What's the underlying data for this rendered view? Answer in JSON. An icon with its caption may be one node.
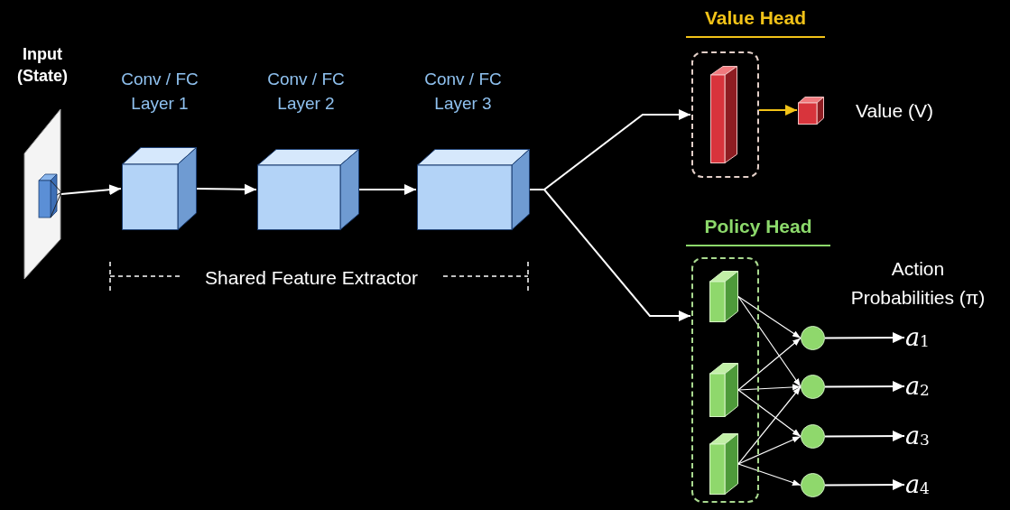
{
  "diagram": {
    "nodes": [
      {
        "text": [
          "Input (State)"
        ]
      },
      {
        "text": [
          "Conv / FC Layer 1"
        ]
      },
      {
        "text": [
          "Conv / FC Layer 2"
        ]
      },
      {
        "text": [
          "Conv / FC Layer 3"
        ]
      },
      {
        "text": [
          "Value Head"
        ]
      },
      {
        "text": [],
        "shape": "bar",
        "in": 4
      },
      {
        "text": [],
        "shape": "box",
        "beside": [
          "Value (V)"
        ]
      },
      {
        "text": [
          "Policy Head"
        ]
      },
      {
        "text": [],
        "shape": "bar",
        "in": 7
      },
      {
        "text": [],
        "shape": "bar",
        "in": 7
      },
      {
        "text": [],
        "shape": "bar",
        "in": 7
      },
      {
        "text": [],
        "shape": "circle"
      },
      {
        "text": [],
        "shape": "circle"
      },
      {
        "text": [],
        "shape": "circle"
      },
      {
        "text": [],
        "shape": "circle"
      },
      {
        "text": [
          "*a*$_{1}$"
        ]
      },
      {
        "text": [
          "*a*$_{2}$"
        ]
      },
      {
        "text": [
          "*a*$_{3}$"
        ]
      },
      {
        "text": [
          "*a*$_{4}$"
        ]
      }
    ],
    "edges": [
      {
        "from": 0,
        "to": 1,
        "arrow": "to"
      },
      {
        "from": 1,
        "to": 2,
        "arrow": "to"
      },
      {
        "from": 2,
        "to": 3,
        "arrow": "to"
      },
      {
        "from": 3,
        "to": 4,
        "arrow": "to"
      },
      {
        "from": 3,
        "to": 7,
        "arrow": "to"
      },
      {
        "from": 4,
        "to": 6,
        "arrow": "to",
        "color": "#f2c318"
      },
      {
        "from": 8,
        "to": 11,
        "arrow": "to"
      },
      {
        "from": 8,
        "to": 12,
        "arrow": "to"
      },
      {
        "from": 9,
        "to": 11,
        "arrow": "to"
      },
      {
        "from": 9,
        "to": 12,
        "arrow": "to"
      },
      {
        "from": 9,
        "to": 13,
        "arrow": "to"
      },
      {
        "from": 10,
        "to": 12,
        "arrow": "to"
      },
      {
        "from": 10,
        "to": 13,
        "arrow": "to"
      },
      {
        "from": 10,
        "to": 14,
        "arrow": "to"
      },
      {
        "from": 11,
        "to": 15,
        "arrow": "to"
      },
      {
        "from": 12,
        "to": 16,
        "arrow": "to"
      },
      {
        "from": 13,
        "to": 17,
        "arrow": "to"
      },
      {
        "from": 14,
        "to": 18,
        "arrow": "to"
      }
    ],
    "labels": [
      "Shared Feature Extractor",
      "Action Probabilities (π)"
    ]
  }
}
